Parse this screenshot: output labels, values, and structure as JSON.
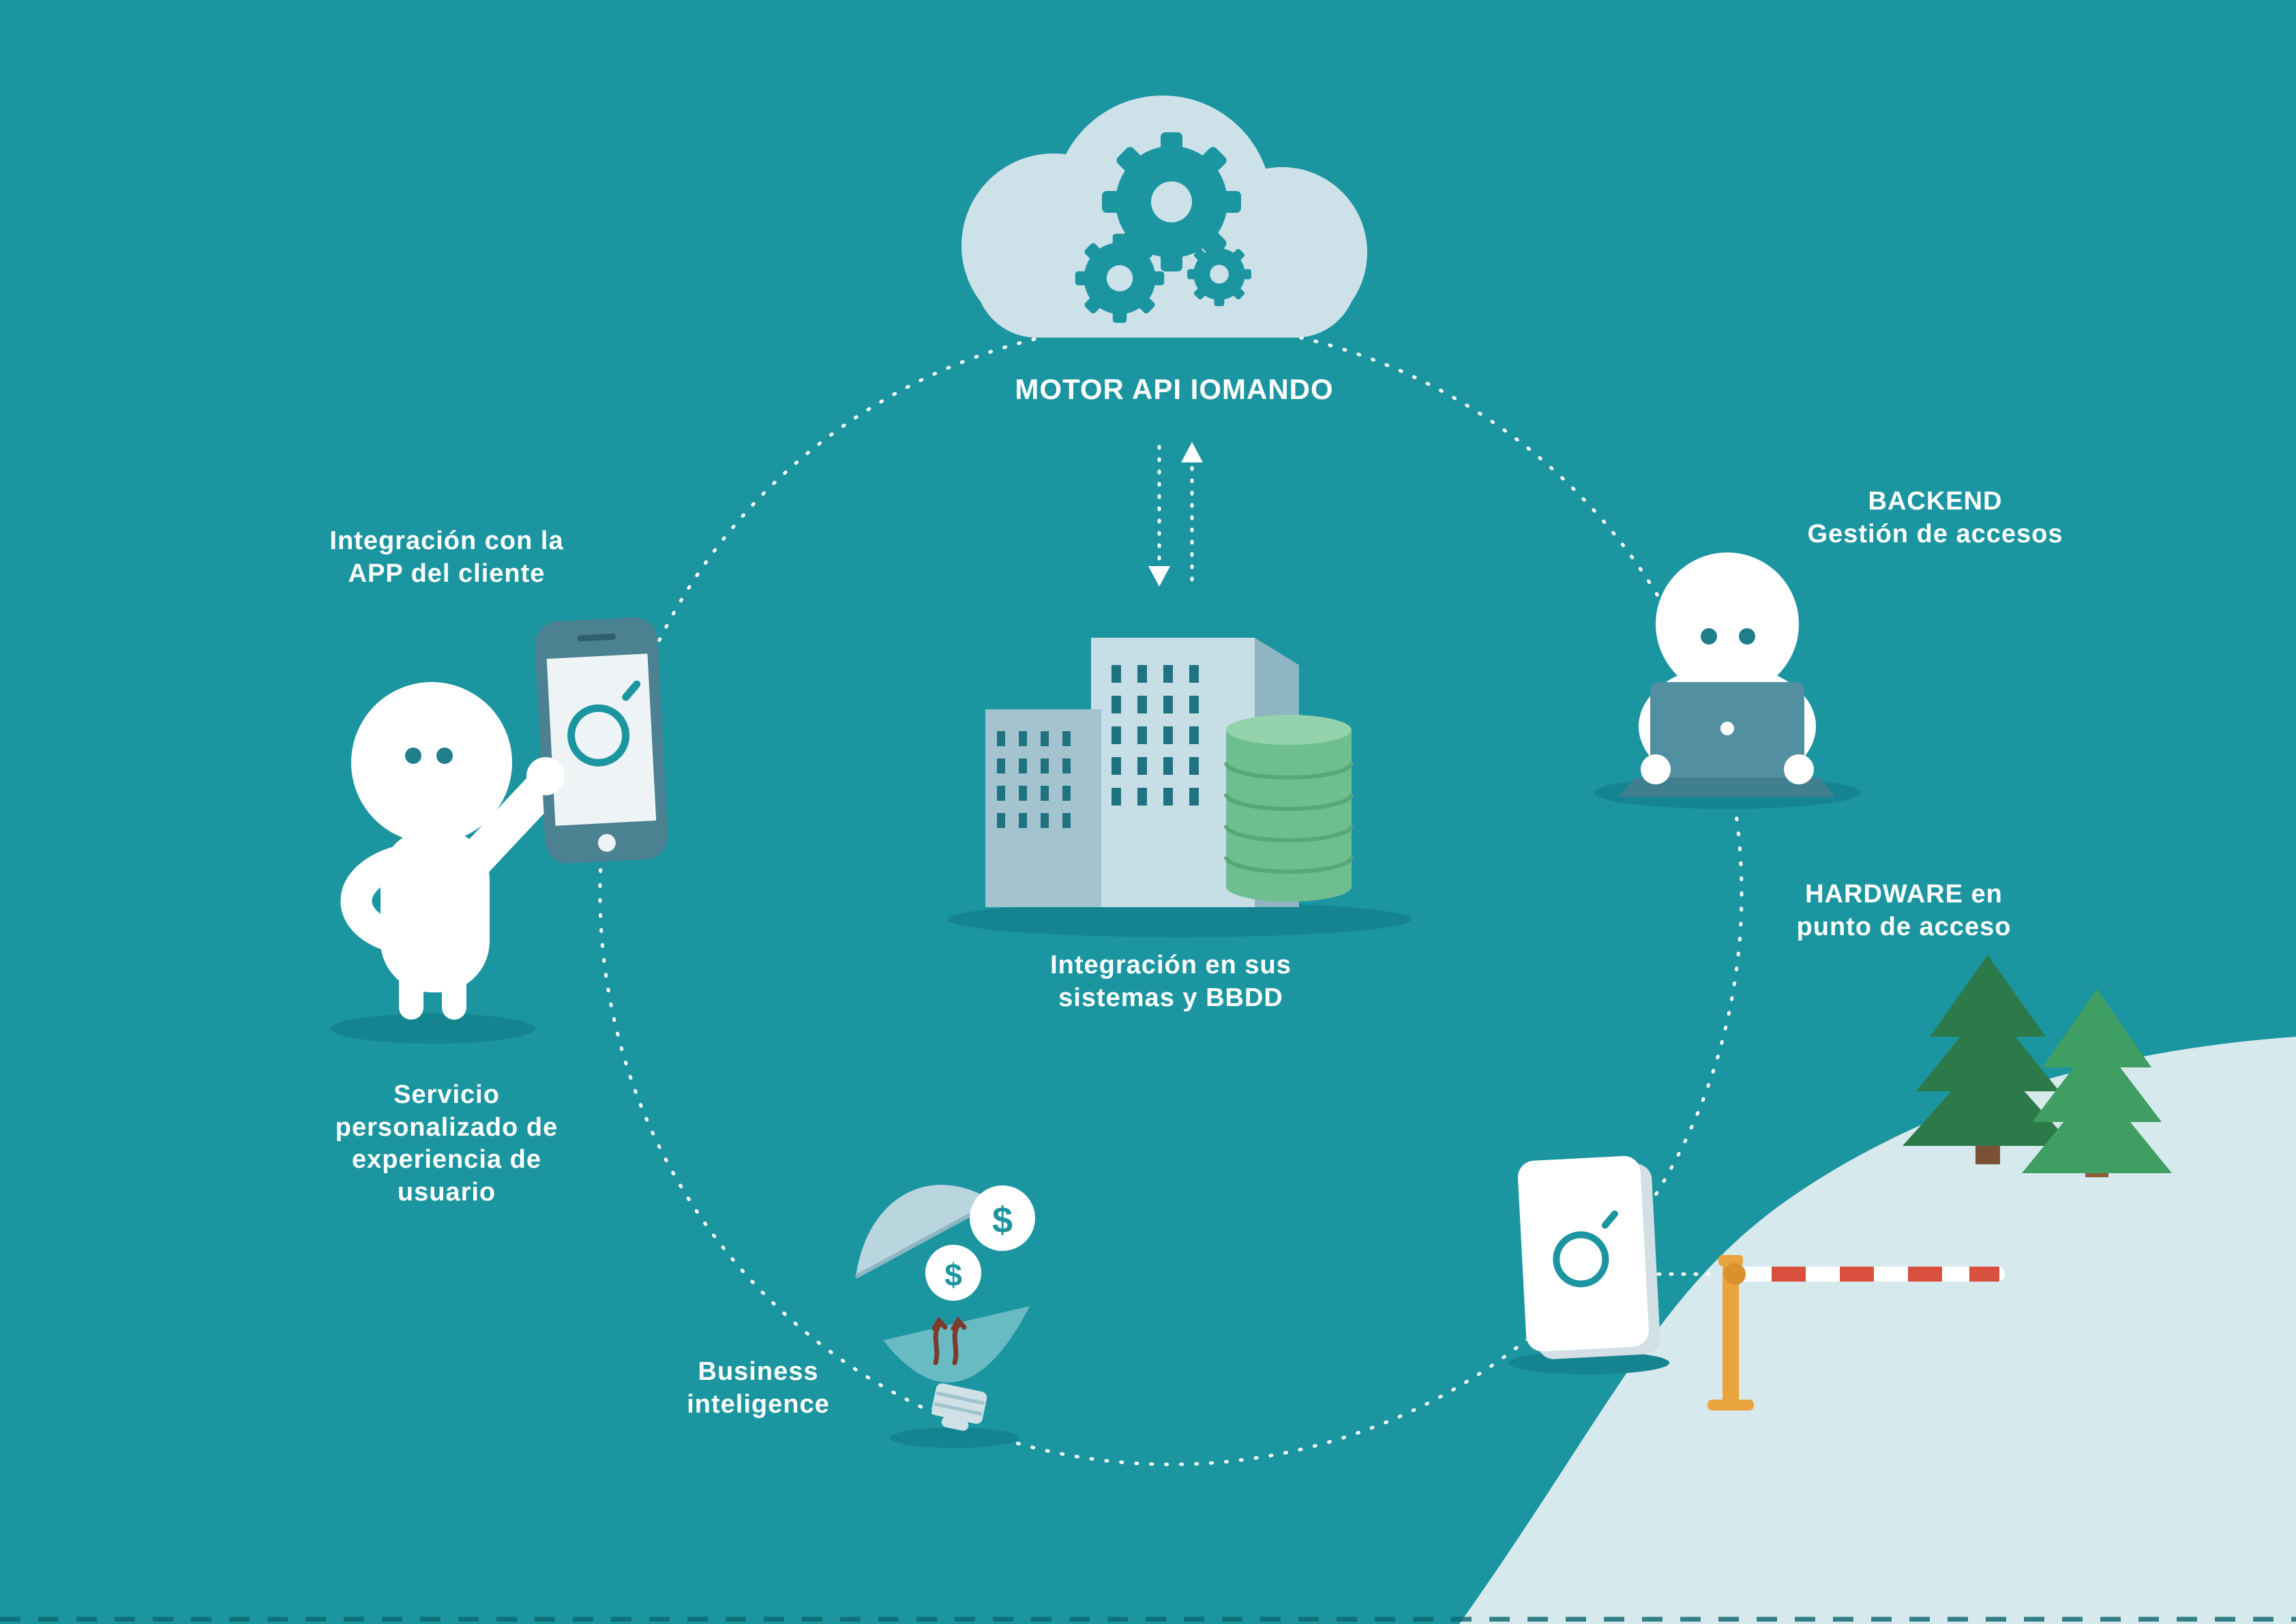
{
  "title": "MOTOR API IOMANDO ecosystem diagram",
  "nodes": {
    "motor_api": {
      "label": "MOTOR API IOMANDO"
    },
    "app_integration": {
      "label": "Integración con la\nAPP del cliente"
    },
    "backend": {
      "label": "BACKEND\nGestión de accesos"
    },
    "systems_integration": {
      "label": "Integración en sus\nsistemas y BBDD"
    },
    "user_experience": {
      "label": "Servicio\npersonalizado de\nexperiencia de\nusuario"
    },
    "hardware": {
      "label": "HARDWARE en\npunto de acceso"
    },
    "business_intelligence": {
      "label": "Business\ninteligence"
    }
  },
  "coin_symbol": "$",
  "palette": {
    "background": "#1b95a0",
    "text": "#ffffff",
    "cloud": "#cde2e8",
    "gear": "#1b95a0",
    "road": "#d6e9ed",
    "shadow": "#148490",
    "building_light": "#c8dee6",
    "building_mid": "#a3c4cf",
    "building_side": "#8fb5c2",
    "window": "#1f7381",
    "database_green": "#6fbe90",
    "tree_dark": "#2c7a4a",
    "tree_light": "#3f9e61",
    "barrier_red": "#d9503f",
    "barrier_post_orange": "#e9a43e",
    "laptop_teal": "#528fa0",
    "phone_frame": "#4b8191",
    "logo_teal": "#1b95a0"
  }
}
